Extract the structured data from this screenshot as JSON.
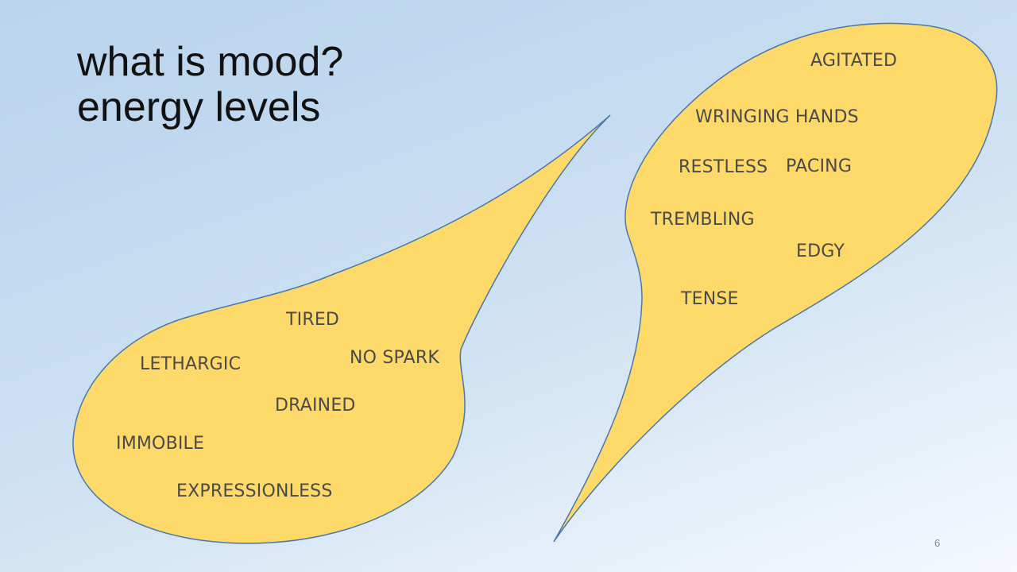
{
  "slide": {
    "title_line1": "what is mood?",
    "title_line2": "energy levels",
    "page_number": "6"
  },
  "colors": {
    "blob_fill": "#fdd969",
    "blob_outline": "#4a78ab",
    "word_text": "#4a4a4a",
    "title_text": "#111111"
  },
  "low_energy": {
    "words": [
      "TIRED",
      "NO SPARK",
      "LETHARGIC",
      "DRAINED",
      "IMMOBILE",
      "EXPRESSIONLESS"
    ]
  },
  "high_energy": {
    "words": [
      "AGITATED",
      "WRINGING HANDS",
      "RESTLESS",
      "PACING",
      "TREMBLING",
      "EDGY",
      "TENSE"
    ]
  }
}
